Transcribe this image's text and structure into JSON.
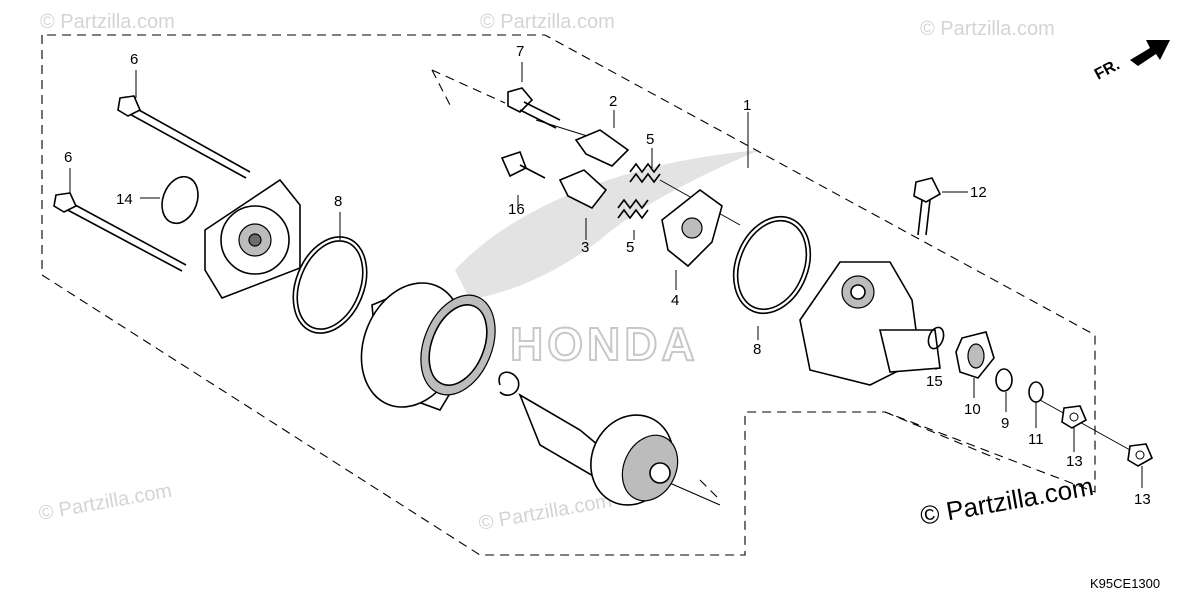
{
  "callouts": {
    "c1": "1",
    "c2": "2",
    "c3": "3",
    "c4": "4",
    "c5a": "5",
    "c5b": "5",
    "c6a": "6",
    "c6b": "6",
    "c7": "7",
    "c8a": "8",
    "c8b": "8",
    "c9": "9",
    "c10": "10",
    "c11": "11",
    "c12": "12",
    "c13a": "13",
    "c13b": "13",
    "c14": "14",
    "c15": "15",
    "c16": "16"
  },
  "direction_label": "FR.",
  "diagram_code": "K95CE1300",
  "watermark": {
    "small": "© Partzilla.com",
    "large": "© Partzilla.com"
  },
  "logo_text": "HONDA",
  "colors": {
    "line": "#000000",
    "watermark": "#d4d4d4",
    "logo_dots": "#c8c8c8"
  }
}
